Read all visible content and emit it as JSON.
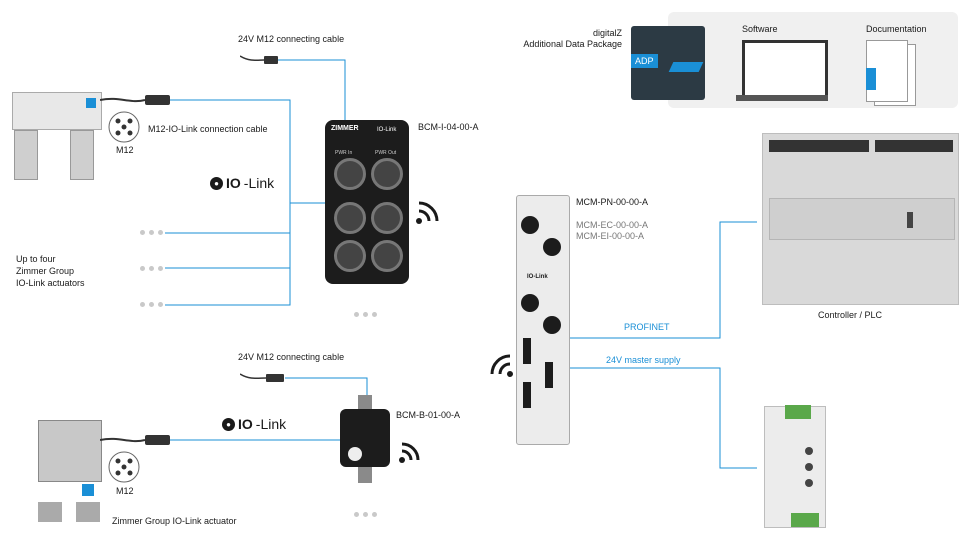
{
  "labels": {
    "cable_top": "24V M12 connecting cable",
    "bcm_i": "BCM-I-04-00-A",
    "m12_conn": "M12-IO-Link connection cable",
    "m12_top": "M12",
    "up_to_four": [
      "Up to four",
      "Zimmer Group",
      "IO-Link actuators"
    ],
    "cable_bottom": "24V M12 connecting cable",
    "bcm_b": "BCM-B-01-00-A",
    "m12_bottom": "M12",
    "actuator_bottom": "Zimmer Group IO-Link actuator",
    "digitalz": "digitalZ",
    "adp_pkg": "Additional Data Package",
    "adp_tag": "ADP",
    "software": "Software",
    "documentation": "Documentation",
    "mcm_pn": "MCM-PN-00-00-A",
    "mcm_ec": "MCM-EC-00-00-A",
    "mcm_ei": "MCM-EI-00-00-A",
    "profinet": "PROFINET",
    "master_supply": "24V master supply",
    "plc": "Controller / PLC"
  },
  "iolink": {
    "top_light": "IO",
    "top_bold": "-Link",
    "bottom_light": "IO",
    "bottom_bold": "-Link"
  },
  "device_text": {
    "zimmer": "ZIMMER",
    "pwr_in": "PWR In",
    "pwr_out": "PWR Out",
    "iolink_small": "IO-Link"
  },
  "colors": {
    "line": "#1a8fd6",
    "accent_blue": "#1a8fd6",
    "device_dark": "#1c1c1c"
  },
  "icons": [
    "wifi-icon",
    "iolink-logo-icon",
    "m12-connector-icon"
  ]
}
